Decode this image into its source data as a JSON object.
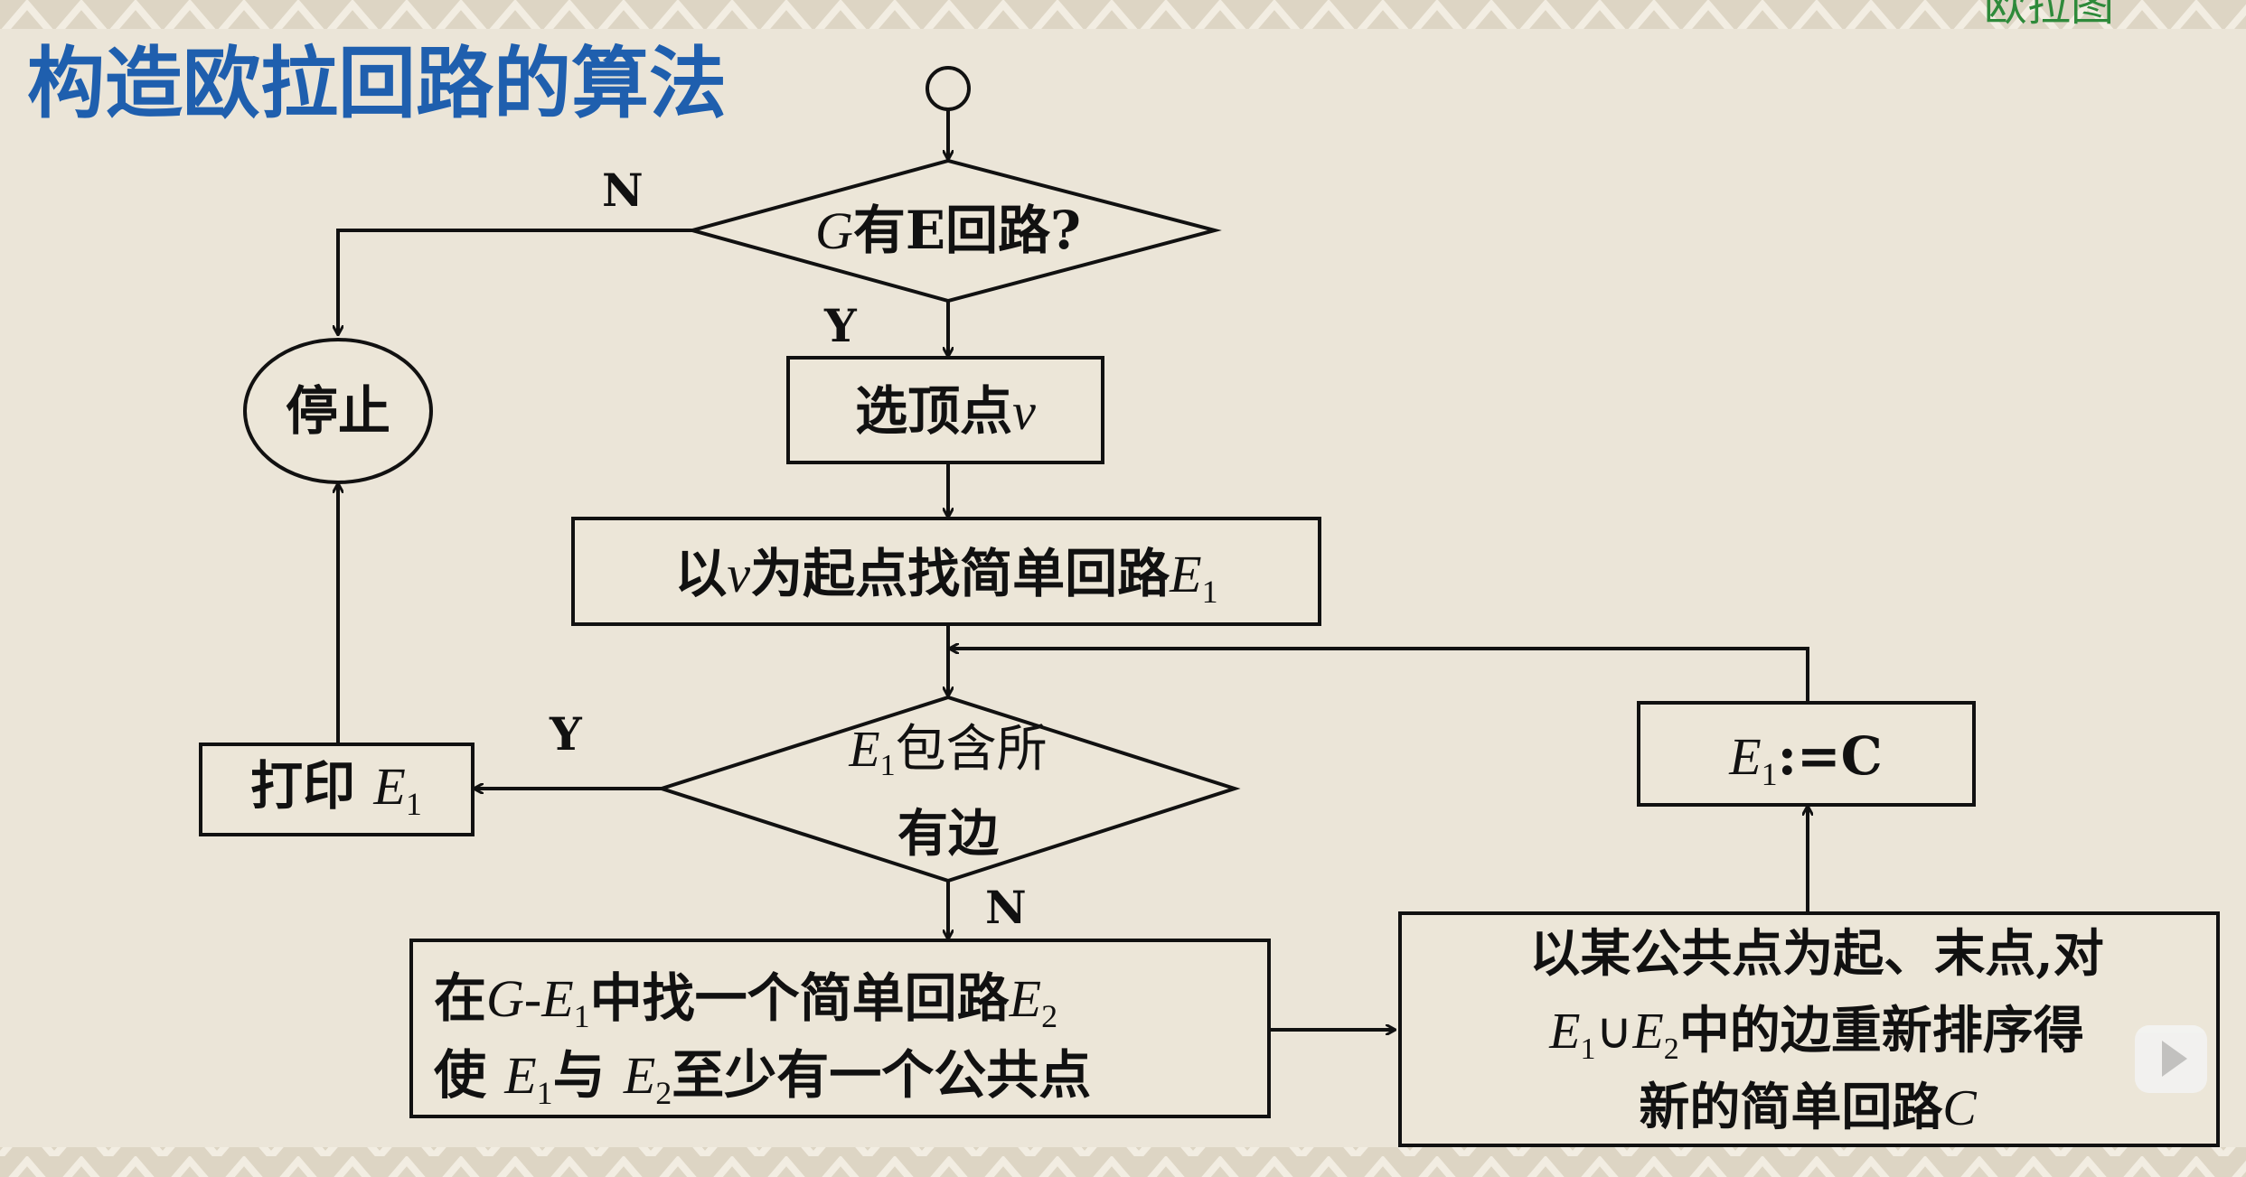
{
  "header": {
    "title": "构造欧拉回路的算法",
    "section_tag": "欧拉图"
  },
  "colors": {
    "title": "#1f5fae",
    "tag": "#2e8a3a",
    "background": "#ebe5d8"
  },
  "flowchart": {
    "decision_has_euler": {
      "var": "G",
      "text": "有E回路?"
    },
    "label_n1": "N",
    "label_y1": "Y",
    "stop": "停止",
    "select_vertex": {
      "text": "选顶点",
      "var": "v"
    },
    "find_circuit": {
      "a": "以",
      "var": "v",
      "b": "为起点找简单回路",
      "e": "E",
      "sub": "1"
    },
    "decision_all_edges": {
      "e": "E",
      "sub": "1",
      "line1": "包含所",
      "line2": "有边"
    },
    "label_y2": "Y",
    "label_n2": "N",
    "print": {
      "text": "打印 ",
      "e": "E",
      "sub": "1"
    },
    "find_second": {
      "l1a": "在",
      "l1g": "G-E",
      "l1s": "1",
      "l1b": "中找一个简单回路",
      "l1e": "E",
      "l1s2": "2",
      "l2a": "使 ",
      "l2e": "E",
      "l2s": "1",
      "l2b": "与 ",
      "l2e2": "E",
      "l2s2": "2",
      "l2c": "至少有一个公共点"
    },
    "reorder": {
      "line1": "以某公共点为起、末点,对",
      "l2e": "E",
      "l2s": "1",
      "l2u": "∪",
      "l2e2": "E",
      "l2s2": "2",
      "l2b": "中的边重新排序得",
      "line3": "新的简单回路",
      "line3c": "C"
    },
    "assign": {
      "e": "E",
      "sub": "1",
      "rest": ":=C"
    }
  },
  "overlay": {
    "icon": "play-icon"
  }
}
